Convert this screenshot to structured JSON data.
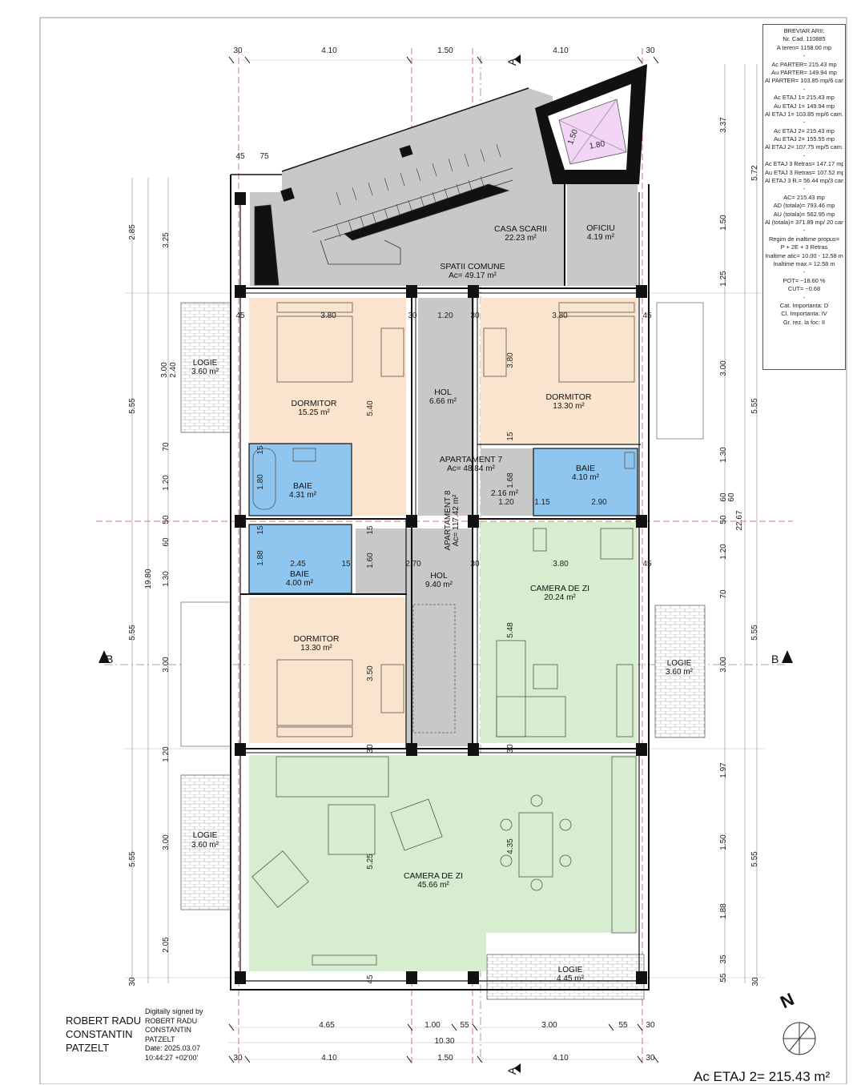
{
  "sheet_title": "Ac ETAJ 2= 215.43 m²",
  "north_label": "N",
  "section_markers": {
    "a": "A",
    "b": "B"
  },
  "rooms": [
    {
      "id": "casa-scarii",
      "name": "CASA SCARII",
      "area": "22.23 m²",
      "fill": "#c8c8c8"
    },
    {
      "id": "oficiu",
      "name": "OFICIU",
      "area": "4.19 m²",
      "fill": "#c8c8c8"
    },
    {
      "id": "spatii-comune",
      "name": "SPATII COMUNE",
      "area": "Ac= 49.17 m²",
      "fill": "#c8c8c8"
    },
    {
      "id": "logie-nw",
      "name": "LOGIE",
      "area": "3.60 m²",
      "fill": "#ffffff"
    },
    {
      "id": "dormitor-nw",
      "name": "DORMITOR",
      "area": "15.25 m²",
      "fill": "#fbe4cd"
    },
    {
      "id": "hol-7",
      "name": "HOL",
      "area": "6.66 m²",
      "fill": "#c8c8c8"
    },
    {
      "id": "dormitor-ne",
      "name": "DORMITOR",
      "area": "13.30 m²",
      "fill": "#fbe4cd"
    },
    {
      "id": "baie-w1",
      "name": "BAIE",
      "area": "4.31 m²",
      "fill": "#8ec6f0"
    },
    {
      "id": "apartament-7",
      "name": "APARTAMENT 7",
      "area": "Ac= 48.84 m²",
      "fill": "#c8c8c8"
    },
    {
      "id": "small-216",
      "name": "",
      "area": "2.16 m²",
      "fill": "#c8c8c8"
    },
    {
      "id": "baie-e",
      "name": "BAIE",
      "area": "4.10 m²",
      "fill": "#8ec6f0"
    },
    {
      "id": "baie-w2",
      "name": "BAIE",
      "area": "4.00 m²",
      "fill": "#8ec6f0"
    },
    {
      "id": "hol-8",
      "name": "HOL",
      "area": "9.40 m²",
      "fill": "#c8c8c8"
    },
    {
      "id": "apartament-8",
      "name": "APARTAMENT 8",
      "area": "Ac= 117.42 m²",
      "fill": "#c8c8c8"
    },
    {
      "id": "camera-zi-e",
      "name": "CAMERA DE ZI",
      "area": "20.24 m²",
      "fill": "#d6edcf"
    },
    {
      "id": "dormitor-sw",
      "name": "DORMITOR",
      "area": "13.30 m²",
      "fill": "#fbe4cd"
    },
    {
      "id": "logie-e",
      "name": "LOGIE",
      "area": "3.60 m²",
      "fill": "#ffffff"
    },
    {
      "id": "logie-w",
      "name": "LOGIE",
      "area": "3.60 m²",
      "fill": "#ffffff"
    },
    {
      "id": "camera-zi-s",
      "name": "CAMERA DE ZI",
      "area": "45.66 m²",
      "fill": "#d6edcf"
    },
    {
      "id": "logie-s",
      "name": "LOGIE",
      "area": "4.45 m²",
      "fill": "#ffffff"
    }
  ],
  "dimensions": {
    "top": [
      "30",
      "4.10",
      "1.50",
      "4.10",
      "30"
    ],
    "top_small": [
      "45",
      "75"
    ],
    "bottom_row1": [
      "4.65",
      "1.00",
      "55",
      "3.00",
      "55",
      "30"
    ],
    "bottom_total": "10.30",
    "bottom_row2": [
      "30",
      "4.10",
      "1.50",
      "4.10",
      "30"
    ],
    "left_outer": [
      "2.85",
      "5.55",
      "19.80",
      "5.55",
      "5.55"
    ],
    "left_inner": [
      "3.25",
      "3.00",
      "2.40",
      "70",
      "1.20",
      "50",
      "60",
      "1.30",
      "3.00",
      "1.20",
      "3.00",
      "2.05",
      "30"
    ],
    "right_inner": [
      "3.37",
      "1.50",
      "1.25",
      "3.00",
      "1.30",
      "60",
      "50",
      "1.20",
      "70",
      "3.00",
      "1.97",
      "1.50",
      "1.88",
      "35",
      "55",
      "30"
    ],
    "right_outer": [
      "5.72",
      "5.55",
      "22.67",
      "5.55",
      "5.55",
      "60"
    ],
    "interior": [
      "45",
      "3.80",
      "30",
      "1.20",
      "30",
      "3.80",
      "45",
      "5.40",
      "3.80",
      "15",
      "1.80",
      "15",
      "2.90",
      "1.20",
      "1.15",
      "1.68",
      "15",
      "15",
      "1.88",
      "2.45",
      "15",
      "1.60",
      "2.70",
      "30",
      "3.80",
      "45",
      "5.48",
      "3.50",
      "30",
      "30",
      "5.25",
      "4.35",
      "45",
      "1.50",
      "1.80"
    ]
  },
  "breviar": [
    "BREVIAR ARII:",
    "Nr. Cad. 110885",
    "A teren= 1158.00 mp",
    "-",
    "Ac PARTER= 215.43 mp",
    "Au PARTER= 149.94  mp",
    "Al PARTER= 103.85 mp/6 cam.",
    "-",
    "Ac ETAJ 1= 215.43 mp",
    "Au ETAJ 1= 149.94 mp",
    "Al ETAJ 1= 103.85  mp/6 cam.",
    "-",
    "Ac ETAJ 2= 215.43 mp",
    "Au ETAJ 2= 155.55 mp",
    "Al  ETAJ 2=   107.75 mp/5 cam.",
    "-",
    "Ac ETAJ 3 Retras= 147.17 mp",
    "Au ETAJ 3 Retras= 107.52  mp",
    "Al ETAJ 3 R.= 56.44 mp/3 cam.",
    "-",
    "AC= 215.43 mp",
    "AD  (totala)= 793.46 mp",
    "AU (totala)= 562.95 mp",
    "Al (totala)= 371.89 mp/ 20 cam.",
    "-",
    "Regim de inaltime propus=",
    "P + 2E + 3 Retras",
    "Inaltime atic= 10.00 - 12.58 m",
    "Inaltime max.= 12.58 m",
    "-",
    "POT= ~18.60 %",
    "CUT= ~0.68",
    "-",
    "Cat. Importanta: D",
    "Cl. Importanta: IV",
    "Gr. rez. la foc: II"
  ],
  "signature": {
    "name_lines": [
      "ROBERT RADU",
      "CONSTANTIN",
      "PATZELT"
    ],
    "digital_lines": [
      "Digitally signed by",
      "ROBERT RADU",
      "CONSTANTIN",
      "PATZELT",
      "Date: 2025.03.07",
      "10:44:27 +02'00'"
    ]
  },
  "colors": {
    "bedroom": "#fbe4cd",
    "bathroom": "#8ec6f0",
    "living": "#d6edcf",
    "common": "#c8c8c8",
    "grid_red": "#d24a4a",
    "wall": "#111111"
  }
}
